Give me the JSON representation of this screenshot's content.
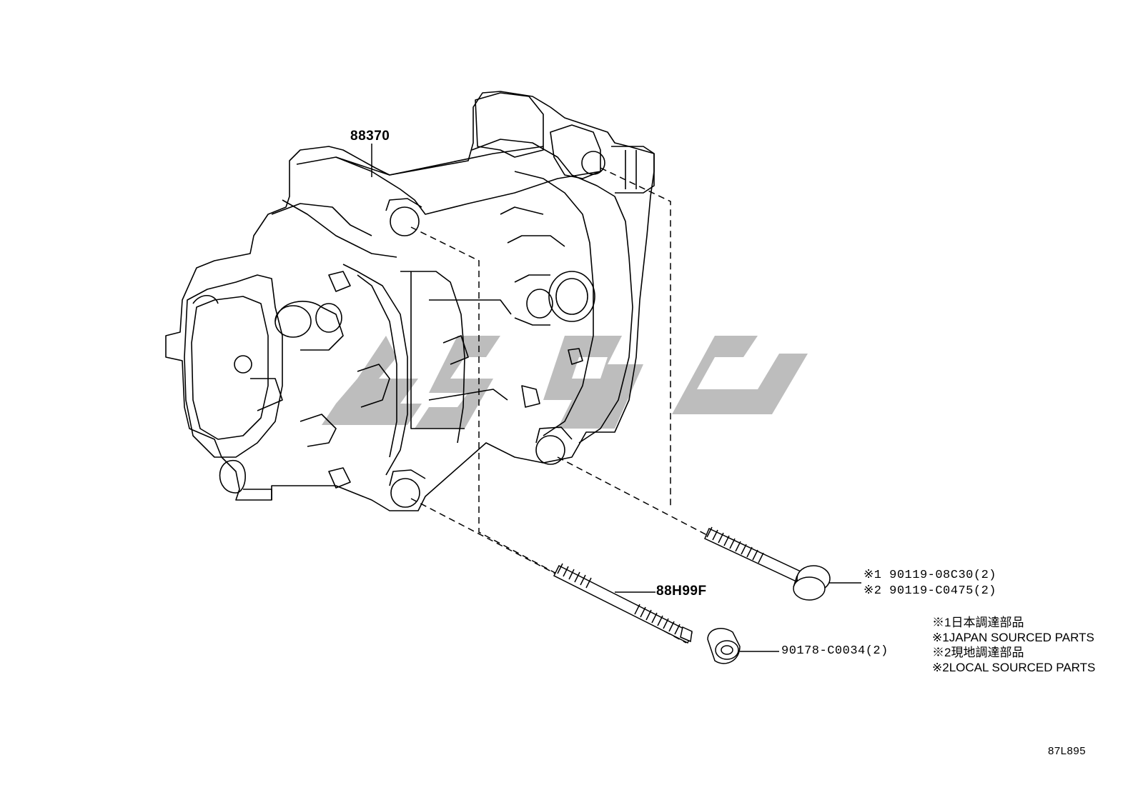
{
  "watermark": {
    "icon": "brand-logo-watermark",
    "color": "#bdbdbd"
  },
  "labels": {
    "compressor": "88370",
    "stud_bolt": "88H99F",
    "bolt_line1": "※1 90119-08C30(2)",
    "bolt_line2": "※2 90119-C0475(2)",
    "nut": "90178-C0034(2)"
  },
  "notes": [
    "※1日本調達部品",
    "※1JAPAN SOURCED PARTS",
    "※2現地調達部品",
    "※2LOCAL SOURCED PARTS"
  ],
  "reference": "87L895"
}
